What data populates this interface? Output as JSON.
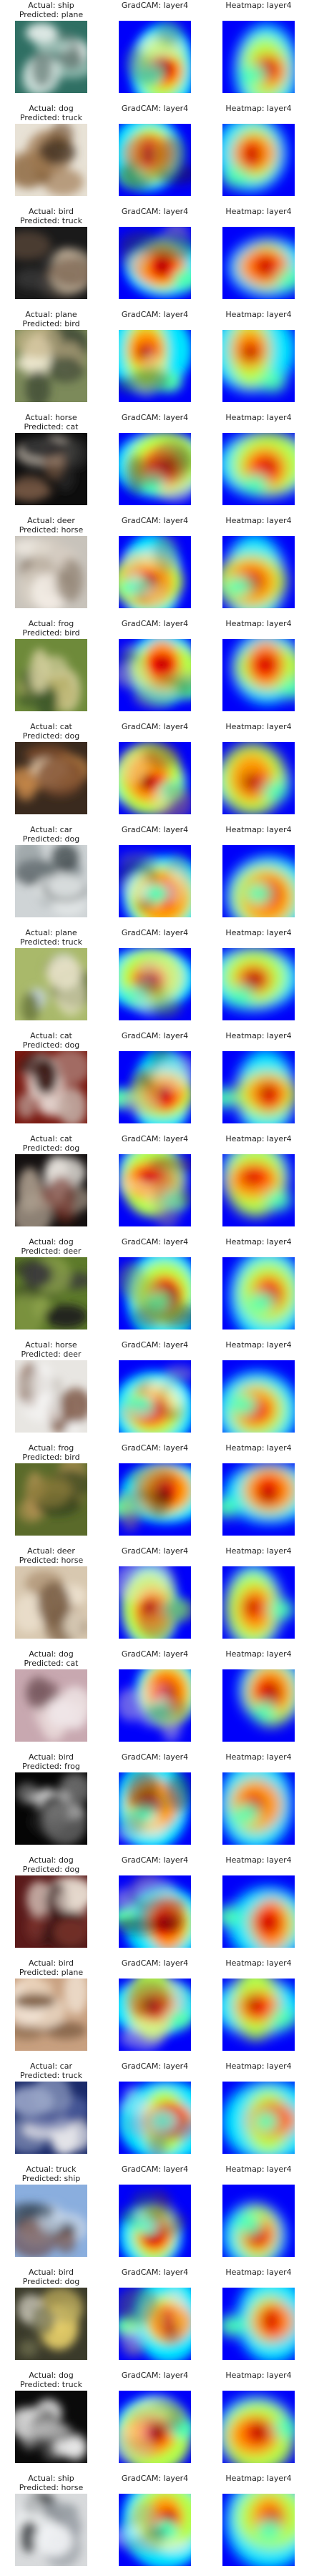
{
  "panel_titles": {
    "gradcam": "GradCAM: layer4",
    "heatmap": "Heatmap: layer4"
  },
  "rows": [
    {
      "actual": "Actual: ship",
      "predicted": "Predicted: plane",
      "scene": "ship"
    },
    {
      "actual": "Actual: dog",
      "predicted": "Predicted: truck",
      "scene": "dog-light"
    },
    {
      "actual": "Actual: bird",
      "predicted": "Predicted: truck",
      "scene": "bird-dark"
    },
    {
      "actual": "Actual: plane",
      "predicted": "Predicted: bird",
      "scene": "plane-sky"
    },
    {
      "actual": "Actual: horse",
      "predicted": "Predicted: cat",
      "scene": "horse-dark"
    },
    {
      "actual": "Actual: deer",
      "predicted": "Predicted: horse",
      "scene": "deer-pale"
    },
    {
      "actual": "Actual: frog",
      "predicted": "Predicted: bird",
      "scene": "frog-green"
    },
    {
      "actual": "Actual: cat",
      "predicted": "Predicted: dog",
      "scene": "cat-brown"
    },
    {
      "actual": "Actual: car",
      "predicted": "Predicted: dog",
      "scene": "car-grey"
    },
    {
      "actual": "Actual: plane",
      "predicted": "Predicted: truck",
      "scene": "plane-field"
    },
    {
      "actual": "Actual: cat",
      "predicted": "Predicted: dog",
      "scene": "cat-red"
    },
    {
      "actual": "Actual: cat",
      "predicted": "Predicted: dog",
      "scene": "cat-dark"
    },
    {
      "actual": "Actual: dog",
      "predicted": "Predicted: deer",
      "scene": "dog-green"
    },
    {
      "actual": "Actual: horse",
      "predicted": "Predicted: deer",
      "scene": "horse-snow"
    },
    {
      "actual": "Actual: frog",
      "predicted": "Predicted: bird",
      "scene": "frog-grass"
    },
    {
      "actual": "Actual: deer",
      "predicted": "Predicted: horse",
      "scene": "deer-beige"
    },
    {
      "actual": "Actual: dog",
      "predicted": "Predicted: cat",
      "scene": "dog-pink"
    },
    {
      "actual": "Actual: bird",
      "predicted": "Predicted: frog",
      "scene": "bird-black"
    },
    {
      "actual": "Actual: dog",
      "predicted": "Predicted: dog",
      "scene": "dog-maroon"
    },
    {
      "actual": "Actual: bird",
      "predicted": "Predicted: plane",
      "scene": "bird-tan"
    },
    {
      "actual": "Actual: car",
      "predicted": "Predicted: truck",
      "scene": "car-blue"
    },
    {
      "actual": "Actual: truck",
      "predicted": "Predicted: ship",
      "scene": "truck-sky"
    },
    {
      "actual": "Actual: bird",
      "predicted": "Predicted: dog",
      "scene": "bird-yellow"
    },
    {
      "actual": "Actual: dog",
      "predicted": "Predicted: truck",
      "scene": "dog-bw"
    },
    {
      "actual": "Actual: ship",
      "predicted": "Predicted: horse",
      "scene": "ship-grey"
    }
  ]
}
